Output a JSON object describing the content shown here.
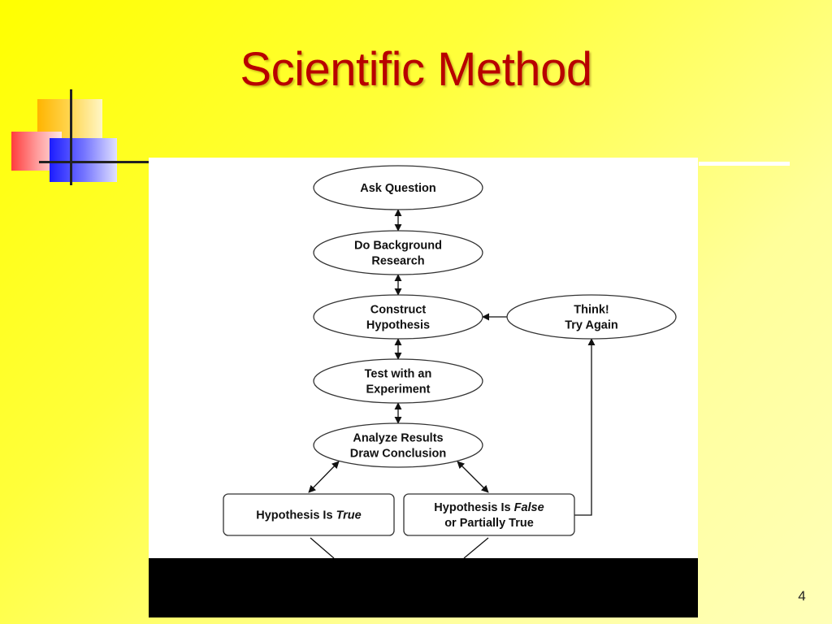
{
  "slide": {
    "title": "Scientific Method",
    "number": "4"
  },
  "diagram": {
    "nodes": [
      {
        "id": "ask",
        "shape": "ellipse",
        "lines": [
          [
            {
              "t": "Ask Question"
            }
          ]
        ]
      },
      {
        "id": "background",
        "shape": "ellipse",
        "lines": [
          [
            {
              "t": "Do Background"
            }
          ],
          [
            {
              "t": "Research"
            }
          ]
        ]
      },
      {
        "id": "construct",
        "shape": "ellipse",
        "lines": [
          [
            {
              "t": "Construct"
            }
          ],
          [
            {
              "t": "Hypothesis"
            }
          ]
        ]
      },
      {
        "id": "think",
        "shape": "ellipse",
        "lines": [
          [
            {
              "t": "Think!"
            }
          ],
          [
            {
              "t": "Try Again"
            }
          ]
        ]
      },
      {
        "id": "test",
        "shape": "ellipse",
        "lines": [
          [
            {
              "t": "Test with an"
            }
          ],
          [
            {
              "t": "Experiment"
            }
          ]
        ]
      },
      {
        "id": "analyze",
        "shape": "ellipse",
        "lines": [
          [
            {
              "t": "Analyze Results"
            }
          ],
          [
            {
              "t": "Draw Conclusion"
            }
          ]
        ]
      },
      {
        "id": "true",
        "shape": "rect",
        "lines": [
          [
            {
              "t": "Hypothesis Is "
            },
            {
              "t": "True",
              "i": true
            }
          ]
        ]
      },
      {
        "id": "false",
        "shape": "rect",
        "lines": [
          [
            {
              "t": "Hypothesis Is "
            },
            {
              "t": "False",
              "i": true
            }
          ],
          [
            {
              "t": "or Partially True"
            }
          ]
        ]
      }
    ],
    "edges": [
      {
        "from": "ask",
        "to": "background",
        "bidirectional": true
      },
      {
        "from": "background",
        "to": "construct",
        "bidirectional": true
      },
      {
        "from": "think",
        "to": "construct",
        "bidirectional": false
      },
      {
        "from": "construct",
        "to": "test",
        "bidirectional": true
      },
      {
        "from": "test",
        "to": "analyze",
        "bidirectional": true
      },
      {
        "from": "analyze",
        "to": "true",
        "bidirectional": true
      },
      {
        "from": "analyze",
        "to": "false",
        "bidirectional": true
      },
      {
        "from": "false",
        "to": "think",
        "bidirectional": false
      }
    ]
  }
}
